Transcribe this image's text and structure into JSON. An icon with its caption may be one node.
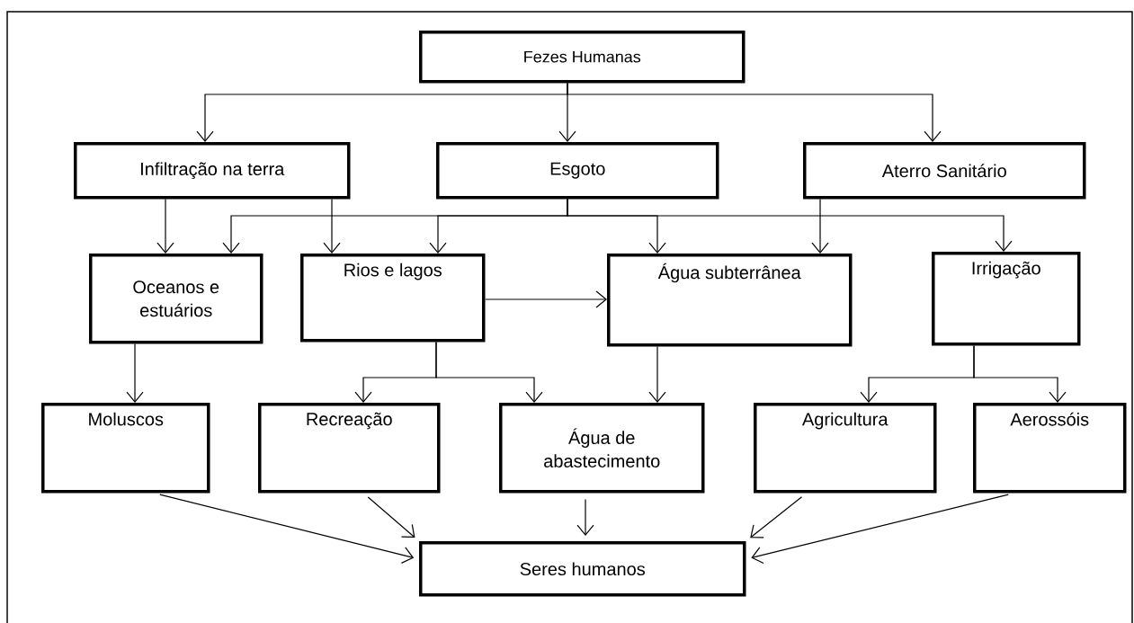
{
  "diagram": {
    "nodes": [
      {
        "text": [
          "Fezes Humanas"
        ]
      },
      {
        "text": [
          "Infiltração na terra"
        ]
      },
      {
        "text": [
          "Esgoto"
        ]
      },
      {
        "text": [
          "Aterro Sanitário"
        ]
      },
      {
        "text": [
          "Oceanos e estuários"
        ]
      },
      {
        "text": [
          "Rios e lagos"
        ]
      },
      {
        "text": [
          "Água subterrânea"
        ]
      },
      {
        "text": [
          "Irrigação"
        ]
      },
      {
        "text": [
          "Moluscos"
        ]
      },
      {
        "text": [
          "Recreação"
        ]
      },
      {
        "text": [
          "Água de abastecimento"
        ]
      },
      {
        "text": [
          "Agricultura"
        ]
      },
      {
        "text": [
          "Aerossóis"
        ]
      },
      {
        "text": [
          "Seres humanos"
        ]
      }
    ],
    "edges": [
      {
        "from": 0,
        "to": 1,
        "arrow": "to"
      },
      {
        "from": 0,
        "to": 2,
        "arrow": "to"
      },
      {
        "from": 0,
        "to": 3,
        "arrow": "to"
      },
      {
        "from": 1,
        "to": 4,
        "arrow": "to"
      },
      {
        "from": 1,
        "to": 5,
        "arrow": "to"
      },
      {
        "from": 2,
        "to": 4,
        "arrow": "to"
      },
      {
        "from": 2,
        "to": 5,
        "arrow": "to"
      },
      {
        "from": 2,
        "to": 6,
        "arrow": "to"
      },
      {
        "from": 2,
        "to": 7,
        "arrow": "to"
      },
      {
        "from": 3,
        "to": 6,
        "arrow": "to"
      },
      {
        "from": 5,
        "to": 6,
        "arrow": "to"
      },
      {
        "from": 4,
        "to": 8,
        "arrow": "to"
      },
      {
        "from": 5,
        "to": 9,
        "arrow": "to"
      },
      {
        "from": 5,
        "to": 10,
        "arrow": "to"
      },
      {
        "from": 6,
        "to": 10,
        "arrow": "to"
      },
      {
        "from": 7,
        "to": 11,
        "arrow": "to"
      },
      {
        "from": 7,
        "to": 12,
        "arrow": "to"
      },
      {
        "from": 8,
        "to": 13,
        "arrow": "to"
      },
      {
        "from": 9,
        "to": 13,
        "arrow": "to"
      },
      {
        "from": 10,
        "to": 13,
        "arrow": "to"
      },
      {
        "from": 11,
        "to": 13,
        "arrow": "to"
      },
      {
        "from": 12,
        "to": 13,
        "arrow": "to"
      }
    ]
  }
}
